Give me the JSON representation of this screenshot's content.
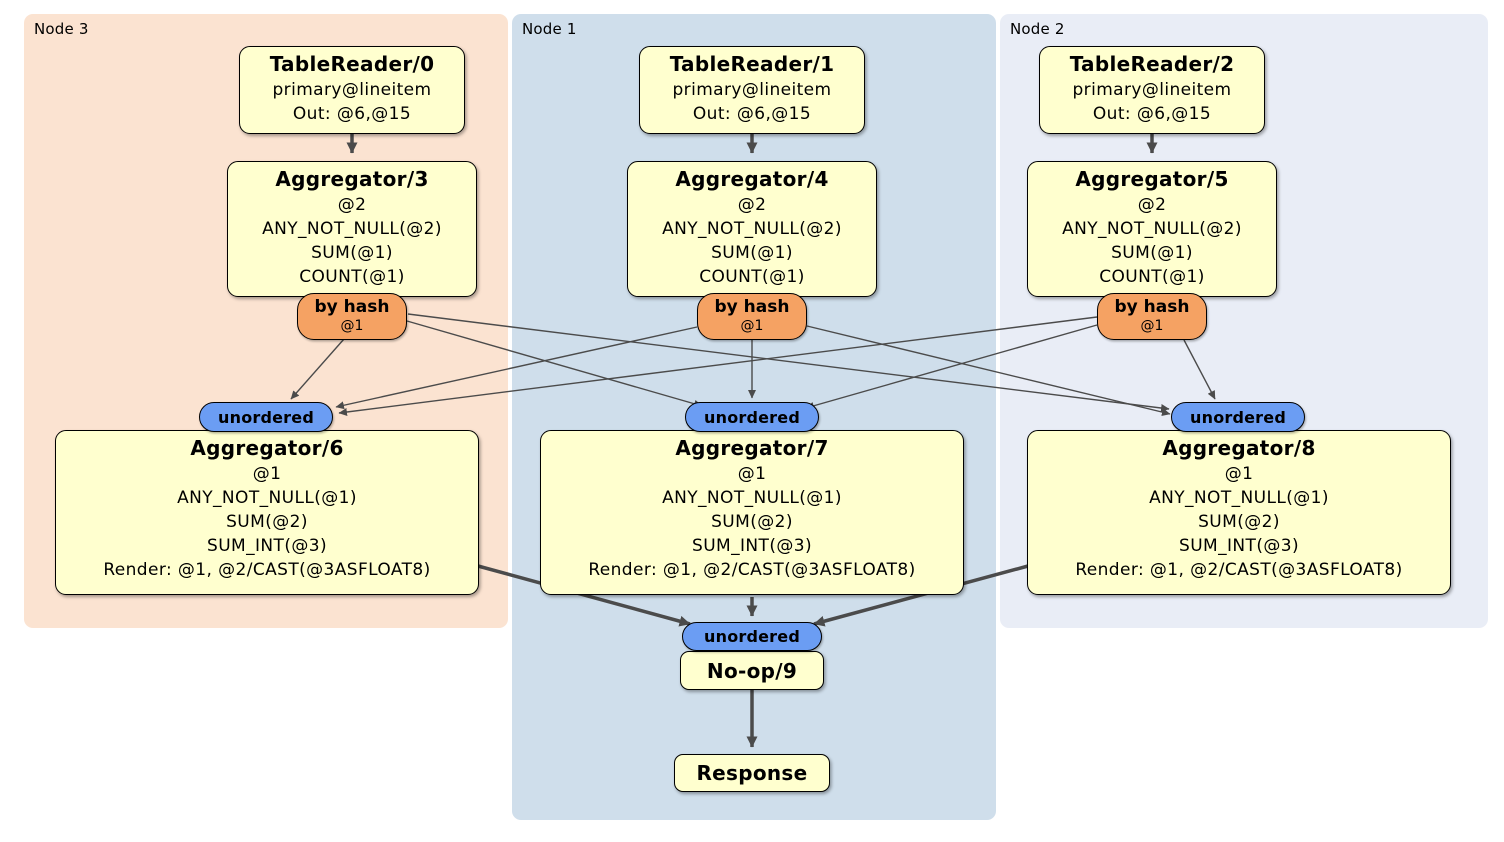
{
  "colors": {
    "node3_bg": "#fbe3d1",
    "node1_bg": "#cfdeeb",
    "node2_bg": "#e9edf6",
    "box_bg": "#ffffcf",
    "router_bg": "#f5a263",
    "stream_bg": "#6b9df3",
    "edge": "#4b4b4b"
  },
  "regions": [
    {
      "label": "Node 3"
    },
    {
      "label": "Node 1"
    },
    {
      "label": "Node 2"
    }
  ],
  "processors": [
    {
      "title": "TableReader/0",
      "lines": [
        "primary@lineitem",
        "Out: @6,@15"
      ]
    },
    {
      "title": "TableReader/1",
      "lines": [
        "primary@lineitem",
        "Out: @6,@15"
      ]
    },
    {
      "title": "TableReader/2",
      "lines": [
        "primary@lineitem",
        "Out: @6,@15"
      ]
    },
    {
      "title": "Aggregator/3",
      "lines": [
        "@2",
        "ANY_NOT_NULL(@2)",
        "SUM(@1)",
        "COUNT(@1)"
      ]
    },
    {
      "title": "Aggregator/4",
      "lines": [
        "@2",
        "ANY_NOT_NULL(@2)",
        "SUM(@1)",
        "COUNT(@1)"
      ]
    },
    {
      "title": "Aggregator/5",
      "lines": [
        "@2",
        "ANY_NOT_NULL(@2)",
        "SUM(@1)",
        "COUNT(@1)"
      ]
    },
    {
      "title": "Aggregator/6",
      "lines": [
        "@1",
        "ANY_NOT_NULL(@1)",
        "SUM(@2)",
        "SUM_INT(@3)",
        "Render: @1, @2/CAST(@3ASFLOAT8)"
      ]
    },
    {
      "title": "Aggregator/7",
      "lines": [
        "@1",
        "ANY_NOT_NULL(@1)",
        "SUM(@2)",
        "SUM_INT(@3)",
        "Render: @1, @2/CAST(@3ASFLOAT8)"
      ]
    },
    {
      "title": "Aggregator/8",
      "lines": [
        "@1",
        "ANY_NOT_NULL(@1)",
        "SUM(@2)",
        "SUM_INT(@3)",
        "Render: @1, @2/CAST(@3ASFLOAT8)"
      ]
    },
    {
      "title": "No-op/9",
      "lines": []
    },
    {
      "title": "Response",
      "lines": []
    }
  ],
  "routers": [
    {
      "label": "by hash",
      "detail": "@1"
    },
    {
      "label": "by hash",
      "detail": "@1"
    },
    {
      "label": "by hash",
      "detail": "@1"
    }
  ],
  "streams": [
    {
      "label": "unordered"
    },
    {
      "label": "unordered"
    },
    {
      "label": "unordered"
    },
    {
      "label": "unordered"
    }
  ]
}
